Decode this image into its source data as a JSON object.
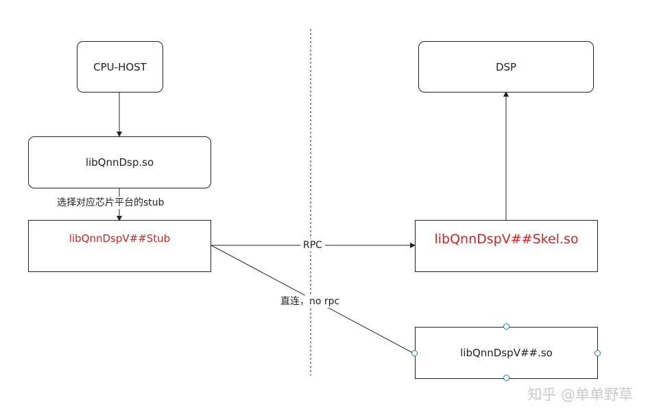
{
  "nodes": {
    "cpu_host": "CPU-HOST",
    "dsp": "DSP",
    "libqnndsp": "libQnnDsp.so",
    "stub": "libQnnDspV##Stub",
    "skel": "libQnnDspV##Skel.so",
    "direct_lib": "libQnnDspV##.so"
  },
  "edges": {
    "select_stub": "选择对应芯片平台的stub",
    "rpc": "RPC",
    "direct": "直连，no rpc"
  },
  "watermark": "知乎 @单单野草",
  "colors": {
    "stroke": "#222222",
    "highlight_text": "#e02020",
    "handle": "#1f78c8",
    "watermark": "#c9c9c9"
  }
}
